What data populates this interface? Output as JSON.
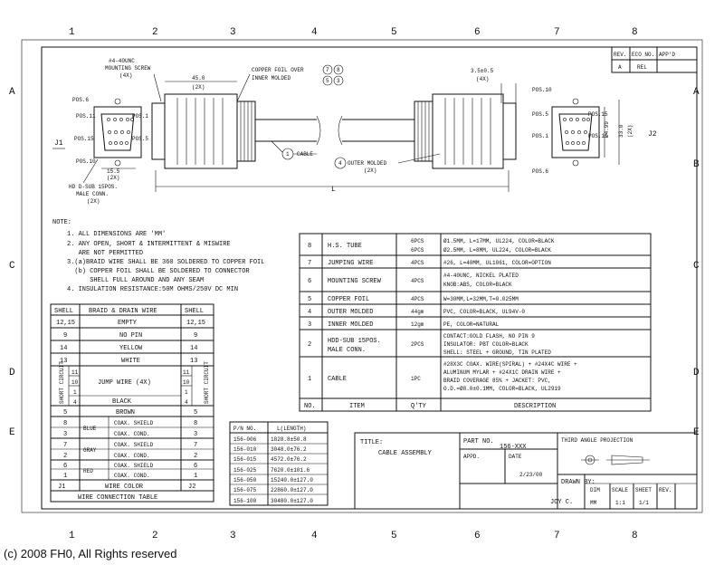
{
  "zones_h": [
    "1",
    "2",
    "3",
    "4",
    "5",
    "6",
    "7",
    "8"
  ],
  "zones_v": [
    "A",
    "B",
    "C",
    "D",
    "E"
  ],
  "rev_block": {
    "headers": [
      "REV.",
      "ECO NO.",
      "APP'D"
    ],
    "rev": "A",
    "eco": "REL"
  },
  "drawing": {
    "screw_label": "#4-40UNC\nMOUNTING SCREW\n(4X)",
    "copper_label": "COPPER FOIL OVER",
    "inner_label": "INNER MOLDED",
    "c7": "7",
    "c8": "8",
    "c5": "5",
    "c3": "3",
    "dim_450": "45.0",
    "dim_2x_a": "(2X)",
    "dim_35": "3.5±0.5",
    "dim_4x": "(4X)",
    "cable_num": "1",
    "cable_label": "CABLE",
    "outer_num": "4",
    "outer_label": "OUTER MOLDED",
    "outer_2x": "(2X)",
    "length": "L",
    "j1": "J1",
    "j2": "J2",
    "pos6_l": "POS.6",
    "pos11_l": "POS.11",
    "pos1_l": "POS.1",
    "pos15_l": "POS.15",
    "pos5_l": "POS.5",
    "pos10_l": "POS.10",
    "dim_155": "15.5",
    "dim_2x_b": "(2X)",
    "conn_note": "HD D-SUB 15POS.\nMALE CONN.\n(2X)",
    "pos10_r": "POS.10",
    "pos5_r": "POS.5",
    "pos15_r": "POS.15",
    "pos1_r": "POS.1",
    "pos11_r": "POS.11",
    "pos6_r": "POS.6",
    "dim_2499": "24.99",
    "dim_330": "33.0",
    "dim_2x_c": "(2X)"
  },
  "notes": {
    "title": "NOTE:",
    "lines": [
      "1. ALL DIMENSIONS ARE 'MM'",
      "2. ANY OPEN, SHORT & INTERMITTENT & MISWIRE",
      "   ARE NOT PERMITTED",
      "3.(a)BRAID WIRE SHALL BE 360 SOLDERED TO COPPER FOIL",
      "  (b) COPPER FOIL SHALL BE SOLDERED TO CONNECTOR",
      "      SHELL FULL AROUND AND ANY SEAM",
      "4. INSULATION RESISTANCE:50M OHMS/250V DC MIN"
    ]
  },
  "bom": {
    "rows": [
      {
        "no": "8",
        "item": "H.S. TUBE",
        "qty": "6PCS\n6PCS",
        "desc": "Ø1.5MM, L=17MM, UL224, COLOR=BLACK\nØ2.5MM, L=8MM, UL224, COLOR=BLACK"
      },
      {
        "no": "7",
        "item": "JUMPING WIRE",
        "qty": "4PCS",
        "desc": "#26, L=40MM, UL1061, COLOR=OPTION"
      },
      {
        "no": "6",
        "item": "MOUNTING SCREW",
        "qty": "4PCS",
        "desc": "#4-40UNC, NICKEL PLATED\nKNOB:ABS, COLOR=BLACK"
      },
      {
        "no": "5",
        "item": "COPPER FOIL",
        "qty": "4PCS",
        "desc": "W=30MM,L=32MM,T=0.025MM"
      },
      {
        "no": "4",
        "item": "OUTER MOLDED",
        "qty": "44gm",
        "desc": "PVC, COLOR=BLACK, UL94V-0"
      },
      {
        "no": "3",
        "item": "INNER MOLDED",
        "qty": "12gm",
        "desc": "PE, COLOR=NATURAL"
      },
      {
        "no": "2",
        "item": "HDD-SUB 15POS.\nMALE CONN.",
        "qty": "2PCS",
        "desc": "CONTACT:GOLD FLASH, NO PIN 9\nINSULATOR: PBT COLOR=BLACK\nSHELL: STEEL + GROUND, TIN PLATED"
      },
      {
        "no": "1",
        "item": "CABLE",
        "qty": "1PC",
        "desc": "#28X3C COAX. WIRE(SPIRAL) + #24X4C WIRE +\nALUMINUM MYLAR + #24X1C DRAIN WIRE +\nBRAID COVERAGE 85% + JACKET: PVC,\nO.D.=Ø8.0±0.1MM, COLOR=BLACK, UL2919"
      }
    ],
    "headers": {
      "no": "NO.",
      "item": "ITEM",
      "qty": "Q'TY",
      "desc": "DESCRIPTION"
    }
  },
  "wire_table": {
    "h_shell_l": "SHELL",
    "h_braid": "BRAID & DRAIN WIRE",
    "h_shell_r": "SHELL",
    "r1_l": "12,15",
    "r1_m": "EMPTY",
    "r1_r": "12,15",
    "r2_l": "9",
    "r2_m": "NO PIN",
    "r2_r": "9",
    "r3_l": "14",
    "r3_m": "YELLOW",
    "r3_r": "14",
    "r4_l": "13",
    "r4_m": "WHITE",
    "r4_r": "13",
    "short_l": "SHORT CIRCUIT",
    "short_r": "SHORT CIRCUIT",
    "s11": "11",
    "s10": "10",
    "s1": "1",
    "s4": "4",
    "s11r": "11",
    "s10r": "10",
    "s1r": "1",
    "s4r": "4",
    "jump": "JUMP WIRE (4X)",
    "black": "BLACK",
    "r_brown_l": "5",
    "brown": "BROWN",
    "r_brown_r": "5",
    "blue": "BLUE",
    "gray": "GRAY",
    "red": "RED",
    "p8": "8",
    "p3": "3",
    "p7": "7",
    "p2": "2",
    "p6": "6",
    "p1": "1",
    "p8r": "8",
    "p3r": "3",
    "p7r": "7",
    "p2r": "2",
    "p6r": "6",
    "p1r": "1",
    "coax_shield": "COAX. SHIELD",
    "coax_cond": "COAX. COND.",
    "coax_shield2": "COAX. SHIELD",
    "coax_cond2": "COAX. COND.",
    "coax_shield3": "COAX. SHIELD",
    "coax_cond3": "COAX. COND.",
    "j1": "J1",
    "wire_color": "WIRE COLOR",
    "j2": "J2",
    "caption": "WIRE CONNECTION TABLE"
  },
  "pn_table": {
    "h1": "P/N NO.",
    "h2": "L(LENGTH)",
    "rows": [
      [
        "156-006",
        "1828.8±50.8"
      ],
      [
        "156-010",
        "3048.0±76.2"
      ],
      [
        "156-015",
        "4572.0±76.2"
      ],
      [
        "156-025",
        "7620.0±101.6"
      ],
      [
        "156-050",
        "15240.0±127.0"
      ],
      [
        "156-075",
        "22860.0±127.0"
      ],
      [
        "156-100",
        "30480.0±127.0"
      ]
    ]
  },
  "title_block": {
    "title_label": "TITLE:",
    "title": "CABLE ASSEMBLY",
    "part_label": "PART NO.",
    "part": "156-XXX",
    "appd": "APPD.",
    "date_label": "DATE",
    "date": "2/23/00",
    "third": "THIRD ANGLE PROJECTION",
    "drawn": "DRAWN BY:",
    "drawn_by": "JOY C.",
    "dim": "DIM",
    "scale": "SCALE",
    "sheet": "SHEET",
    "rev": "REV.",
    "dim_v": "MM",
    "scale_v": "1:1",
    "sheet_v": "1/1"
  },
  "copyright": "(c) 2008 FH0, All Rights reserved"
}
